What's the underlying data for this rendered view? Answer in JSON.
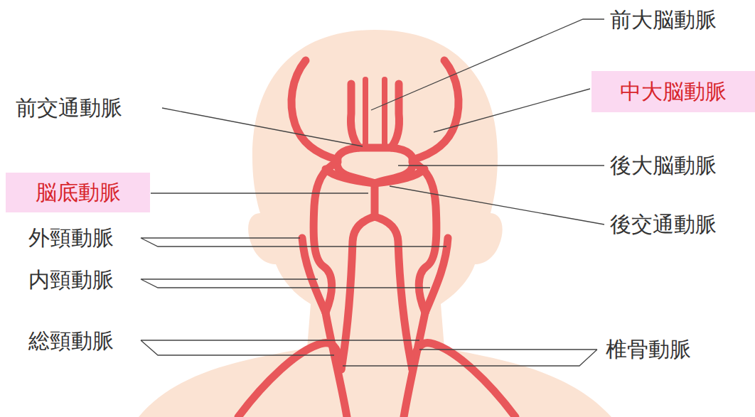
{
  "diagram": {
    "nodes": [
      {
        "text": [
          "中大脳動脈"
        ]
      },
      {
        "text": [
          "脳底動脈"
        ]
      }
    ],
    "labels": [
      "前大脳動脈",
      "前交通動脈",
      "後大脳動脈",
      "後交通動脈",
      "外頸動脈",
      "内頸動脈",
      "総頸動脈",
      "椎骨動脈"
    ]
  }
}
